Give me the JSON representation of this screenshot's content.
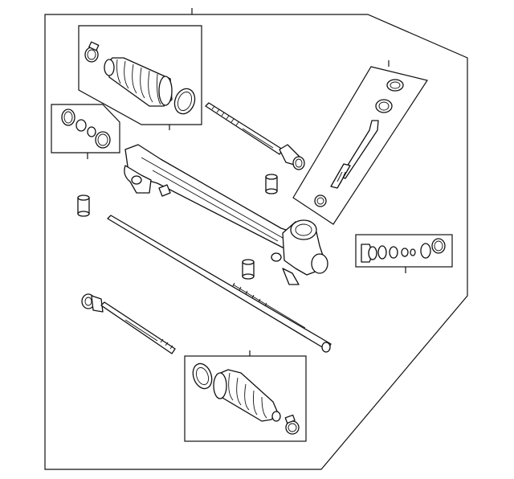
{
  "diagram": {
    "title": "",
    "parts": [
      "outer-frame",
      "left-boot-kit",
      "seal-kit",
      "upper-inner-tie-rod",
      "pinion-kit",
      "rack-housing",
      "mount-bushing",
      "rack-bar",
      "valve-seal-kit",
      "lower-inner-tie-rod",
      "right-boot-kit"
    ],
    "colors": {
      "line": "#111111",
      "background": "#ffffff",
      "shading": "#e9e9e9"
    }
  }
}
